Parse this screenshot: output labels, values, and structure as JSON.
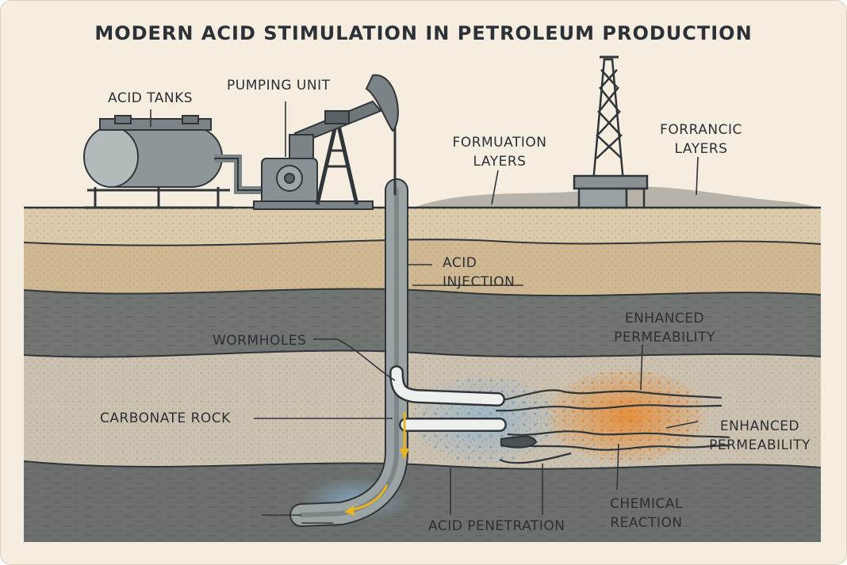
{
  "title": "MODERN ACID STIMULATION IN PETROLEUM PRODUCTION",
  "labels": {
    "acid_tanks": "ACID TANKS",
    "pumping_unit": "PUMPING UNIT",
    "formation_layers": [
      "FORMUATION",
      "LAYERS"
    ],
    "forrancic_layers": [
      "FORRANCIC",
      "LAYERS"
    ],
    "acid_injection": [
      "ACID",
      "INJECTION"
    ],
    "wormholes": "WORMHOLES",
    "enhanced_permeability_1": [
      "ENHANCED",
      "PERMEABILITY"
    ],
    "enhanced_permeability_2": [
      "ENHANCED",
      "PERMEABILITY"
    ],
    "carbonate_rock": "CARBONATE ROCK",
    "chemical_reaction": [
      "CHEMICAL",
      "REACTION"
    ],
    "acid_penetration": "ACID PENETRATION"
  },
  "colors": {
    "background": "#f4ede0",
    "sand_light": "#d8c6a6",
    "sand_mid": "#cdb690",
    "shale_grey": "#6d716f",
    "carbonate": "#c9bfae",
    "acid_blue": "#7fa7c2",
    "reaction_orange": "#e2913b",
    "flow_arrow": "#e8b51e"
  }
}
